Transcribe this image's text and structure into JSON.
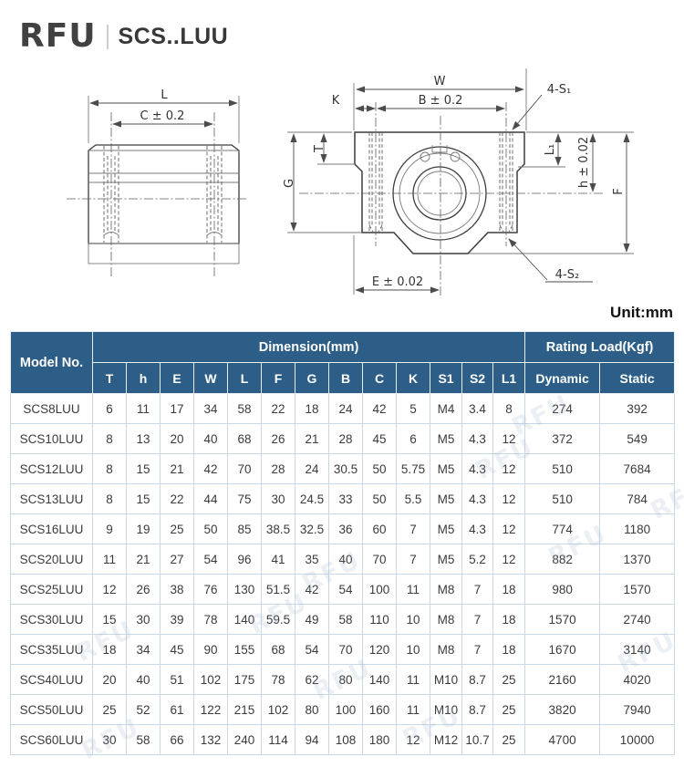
{
  "brand": {
    "logo": "RFU",
    "title": "SCS..LUU"
  },
  "unit_label": "Unit:mm",
  "watermark": "RFU",
  "drawing": {
    "side_view": {
      "dim_L": "L",
      "dim_C": "C ± 0.2"
    },
    "front_view": {
      "dim_W": "W",
      "dim_B": "B ± 0.2",
      "dim_K": "K",
      "dim_T": "T",
      "dim_G": "G",
      "dim_L1": "L₁",
      "dim_h": "h ± 0.02",
      "dim_F": "F",
      "dim_E": "E ± 0.02",
      "callout_s1": "4-S₁",
      "callout_s2": "4-S₂"
    }
  },
  "table": {
    "model_col": "Model No.",
    "dimension_group": "Dimension(mm)",
    "rating_group": "Rating Load(Kgf)",
    "dim_cols": [
      "T",
      "h",
      "E",
      "W",
      "L",
      "F",
      "G",
      "B",
      "C",
      "K",
      "S1",
      "S2",
      "L1"
    ],
    "rating_cols": [
      "Dynamic",
      "Static"
    ],
    "rows": [
      [
        "SCS8LUU",
        "6",
        "11",
        "17",
        "34",
        "58",
        "22",
        "18",
        "24",
        "42",
        "5",
        "M4",
        "3.4",
        "8",
        "274",
        "392"
      ],
      [
        "SCS10LUU",
        "8",
        "13",
        "20",
        "40",
        "68",
        "26",
        "21",
        "28",
        "45",
        "6",
        "M5",
        "4.3",
        "12",
        "372",
        "549"
      ],
      [
        "SCS12LUU",
        "8",
        "15",
        "21",
        "42",
        "70",
        "28",
        "24",
        "30.5",
        "50",
        "5.75",
        "M5",
        "4.3",
        "12",
        "510",
        "7684"
      ],
      [
        "SCS13LUU",
        "8",
        "15",
        "22",
        "44",
        "75",
        "30",
        "24.5",
        "33",
        "50",
        "5.5",
        "M5",
        "4.3",
        "12",
        "510",
        "784"
      ],
      [
        "SCS16LUU",
        "9",
        "19",
        "25",
        "50",
        "85",
        "38.5",
        "32.5",
        "36",
        "60",
        "7",
        "M5",
        "4.3",
        "12",
        "774",
        "1180"
      ],
      [
        "SCS20LUU",
        "11",
        "21",
        "27",
        "54",
        "96",
        "41",
        "35",
        "40",
        "70",
        "7",
        "M5",
        "5.2",
        "12",
        "882",
        "1370"
      ],
      [
        "SCS25LUU",
        "12",
        "26",
        "38",
        "76",
        "130",
        "51.5",
        "42",
        "54",
        "100",
        "11",
        "M8",
        "7",
        "18",
        "980",
        "1570"
      ],
      [
        "SCS30LUU",
        "15",
        "30",
        "39",
        "78",
        "140",
        "59.5",
        "49",
        "58",
        "110",
        "10",
        "M8",
        "7",
        "18",
        "1570",
        "2740"
      ],
      [
        "SCS35LUU",
        "18",
        "34",
        "45",
        "90",
        "155",
        "68",
        "54",
        "70",
        "120",
        "10",
        "M8",
        "7",
        "18",
        "1670",
        "3140"
      ],
      [
        "SCS40LUU",
        "20",
        "40",
        "51",
        "102",
        "175",
        "78",
        "62",
        "80",
        "140",
        "11",
        "M10",
        "8.7",
        "25",
        "2160",
        "4020"
      ],
      [
        "SCS50LUU",
        "25",
        "52",
        "61",
        "122",
        "215",
        "102",
        "80",
        "100",
        "160",
        "11",
        "M10",
        "8.7",
        "25",
        "3820",
        "7940"
      ],
      [
        "SCS60LUU",
        "30",
        "58",
        "66",
        "132",
        "240",
        "114",
        "94",
        "108",
        "180",
        "12",
        "M12",
        "10.7",
        "25",
        "4700",
        "10000"
      ]
    ]
  },
  "colors": {
    "header_bg": "#2d5e87",
    "header_text": "#ffffff",
    "body_border": "#c9d8e6",
    "watermark": "#8fa9c2",
    "line": "#3d3d3d"
  }
}
